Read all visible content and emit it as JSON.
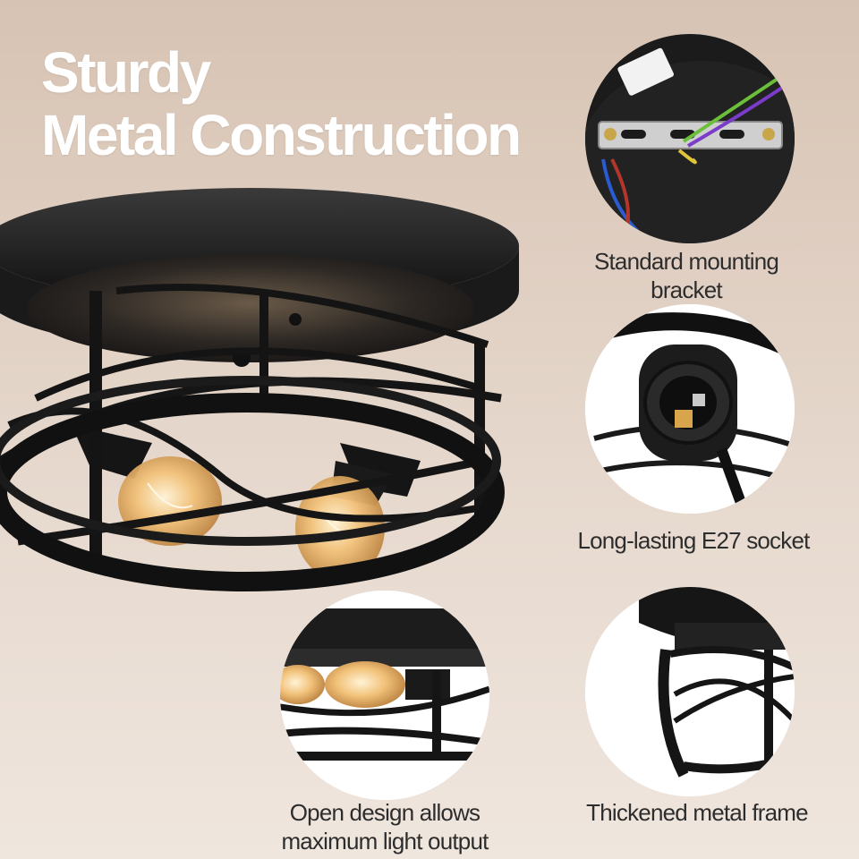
{
  "headline": {
    "line1": "Sturdy",
    "line2": "Metal Construction"
  },
  "features": [
    {
      "id": "mounting-bracket",
      "caption_lines": [
        "Standard mounting",
        "bracket"
      ]
    },
    {
      "id": "e27-socket",
      "caption_lines": [
        "Long-lasting E27 socket"
      ]
    },
    {
      "id": "open-design",
      "caption_lines": [
        "Open design allows",
        "maximum light output"
      ]
    },
    {
      "id": "metal-frame",
      "caption_lines": [
        "Thickened metal frame"
      ]
    }
  ],
  "colors": {
    "background_top": "#d7c3b3",
    "background_bottom": "#efe6de",
    "headline_text": "#ffffff",
    "caption_text": "#2d2d2d",
    "metal": "#1c1c1c",
    "bulb_glow": "#f2c27a"
  }
}
